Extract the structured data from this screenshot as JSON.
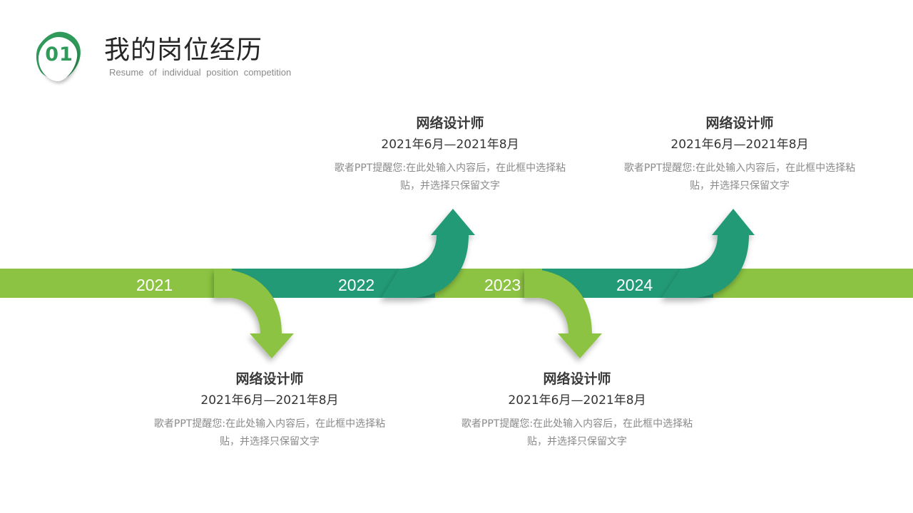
{
  "header": {
    "number": "01",
    "title": "我的岗位经历",
    "subtitle": "Resume of individual position competition"
  },
  "colors": {
    "light_green": "#8cc342",
    "dark_green": "#239a76",
    "badge_green": "#2f9a5a"
  },
  "timeline": {
    "years": [
      "2021",
      "2022",
      "2023",
      "2024"
    ]
  },
  "entries": [
    {
      "role": "网络设计师",
      "date": "2021年6月—2021年8月",
      "desc": "歌者PPT提醒您:在此处输入内容后，在此框中选择粘贴，并选择只保留文字"
    },
    {
      "role": "网络设计师",
      "date": "2021年6月—2021年8月",
      "desc": "歌者PPT提醒您:在此处输入内容后，在此框中选择粘贴，并选择只保留文字"
    },
    {
      "role": "网络设计师",
      "date": "2021年6月—2021年8月",
      "desc": "歌者PPT提醒您:在此处输入内容后，在此框中选择粘贴，并选择只保留文字"
    },
    {
      "role": "网络设计师",
      "date": "2021年6月—2021年8月",
      "desc": "歌者PPT提醒您:在此处输入内容后，在此框中选择粘贴，并选择只保留文字"
    }
  ]
}
